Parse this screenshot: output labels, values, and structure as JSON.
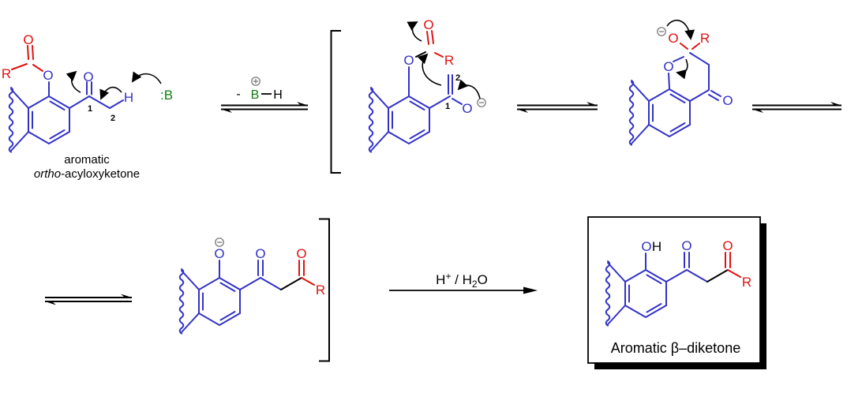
{
  "colors": {
    "blue": "#3232C8",
    "red": "#E01111",
    "green": "#0E7E0E",
    "black": "#000000",
    "charge_outline": "#6F6F6F",
    "background": "#FFFFFF"
  },
  "structure1": {
    "o_acyl": "O",
    "r": "R",
    "o_ester": "O",
    "o_ketone": "O",
    "h": "H",
    "base": ":B",
    "num1": "1",
    "num2": "2",
    "caption_line1": "aromatic",
    "caption_italic": "ortho",
    "caption_rest": "-acyloxyketone"
  },
  "equilibrium1": {
    "minus": "-",
    "base": "B",
    "h": "H"
  },
  "structure2": {
    "o_acyl": "O",
    "r": "R",
    "o_ester": "O",
    "o_enolate": "O",
    "num1": "1",
    "num2": "2"
  },
  "structure3": {
    "o_alkoxide": "O",
    "r": "R",
    "o_ring": "O",
    "o_ketone": "O"
  },
  "structure4": {
    "o_phenolate": "O",
    "o_ketone": "O",
    "o_acyl": "O",
    "r": "R"
  },
  "reaction_arrow": {
    "h": "H",
    "plus": "+",
    "mid": " / H",
    "sub2": "2",
    "o": "O"
  },
  "product": {
    "o_hydroxyl": "O",
    "h_hydroxyl": "H",
    "o_ketone": "O",
    "o_acyl": "O",
    "r": "R",
    "caption": "Aromatic β–diketone"
  }
}
